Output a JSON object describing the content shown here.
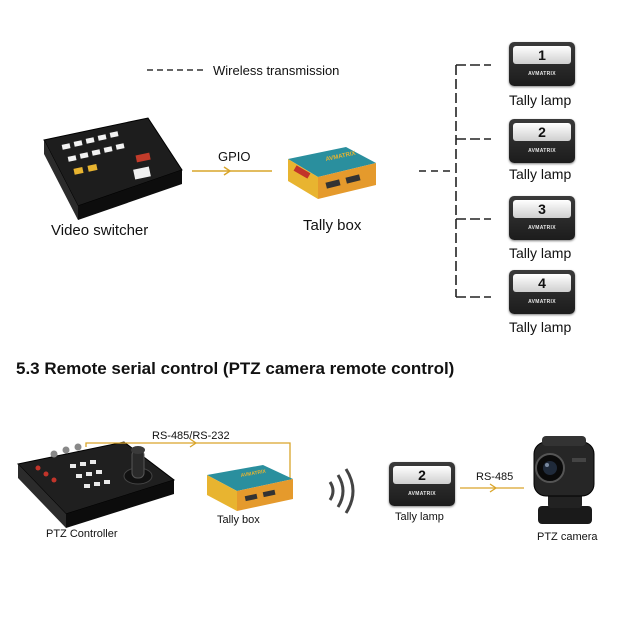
{
  "legend": {
    "text": "Wireless transmission"
  },
  "top": {
    "gpio_label": "GPIO",
    "video_switcher_label": "Video switcher",
    "tally_box_label": "Tally box",
    "lamps": [
      {
        "number": "1",
        "label": "Tally lamp",
        "brand": "AVMATRIX"
      },
      {
        "number": "2",
        "label": "Tally lamp",
        "brand": "AVMATRIX"
      },
      {
        "number": "3",
        "label": "Tally lamp",
        "brand": "AVMATRIX"
      },
      {
        "number": "4",
        "label": "Tally lamp",
        "brand": "AVMATRIX"
      }
    ]
  },
  "section": {
    "title": "5.3 Remote serial control (PTZ camera remote control)"
  },
  "bottom": {
    "serial_label": "RS-485/RS-232",
    "ptz_controller_label": "PTZ Controller",
    "tally_box_label": "Tally box",
    "lamp": {
      "number": "2",
      "label": "Tally lamp",
      "brand": "AVMATRIX"
    },
    "rs485_label": "RS-485",
    "camera_label": "PTZ camera"
  },
  "colors": {
    "connector": "#d9a52a",
    "device": "#1e1e1e",
    "tally_box": "#e8b430"
  }
}
